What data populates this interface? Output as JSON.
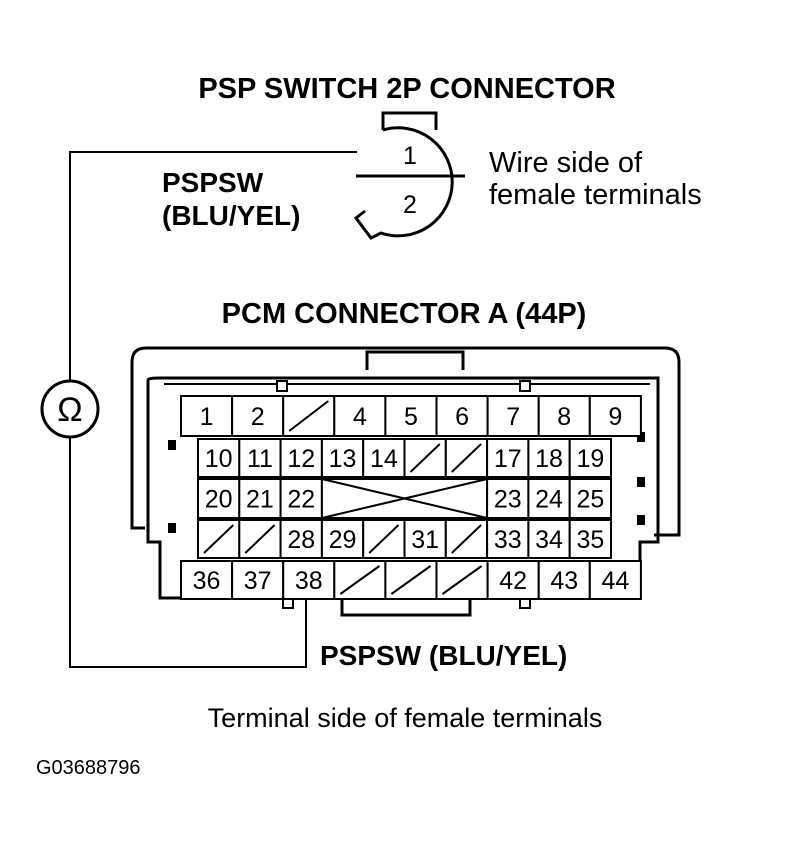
{
  "psp_switch": {
    "title": "PSP SWITCH 2P CONNECTOR",
    "terminal_1": "1",
    "terminal_2": "2",
    "wire_label_line1": "PSPSW",
    "wire_label_line2": "(BLU/YEL)",
    "side_note_line1": "Wire side of",
    "side_note_line2": "female terminals"
  },
  "pcm_connector": {
    "title": "PCM CONNECTOR A (44P)",
    "row1": [
      "1",
      "2",
      "",
      "4",
      "5",
      "6",
      "7",
      "8",
      "9"
    ],
    "row2": [
      "10",
      "11",
      "12",
      "13",
      "14",
      "",
      "",
      "17",
      "18",
      "19"
    ],
    "row3_left": [
      "20",
      "21",
      "22"
    ],
    "row3_right": [
      "23",
      "24",
      "25"
    ],
    "row4": [
      "",
      "",
      "28",
      "29",
      "",
      "31",
      "",
      "33",
      "34",
      "35"
    ],
    "row5": [
      "36",
      "37",
      "38",
      "",
      "",
      "",
      "42",
      "43",
      "44"
    ],
    "bottom_wire_label": "PSPSW (BLU/YEL)"
  },
  "meter": {
    "symbol": "Ω",
    "icon": "ohmmeter-icon"
  },
  "caption": "Terminal side of female terminals",
  "figure_id": "G03688796"
}
